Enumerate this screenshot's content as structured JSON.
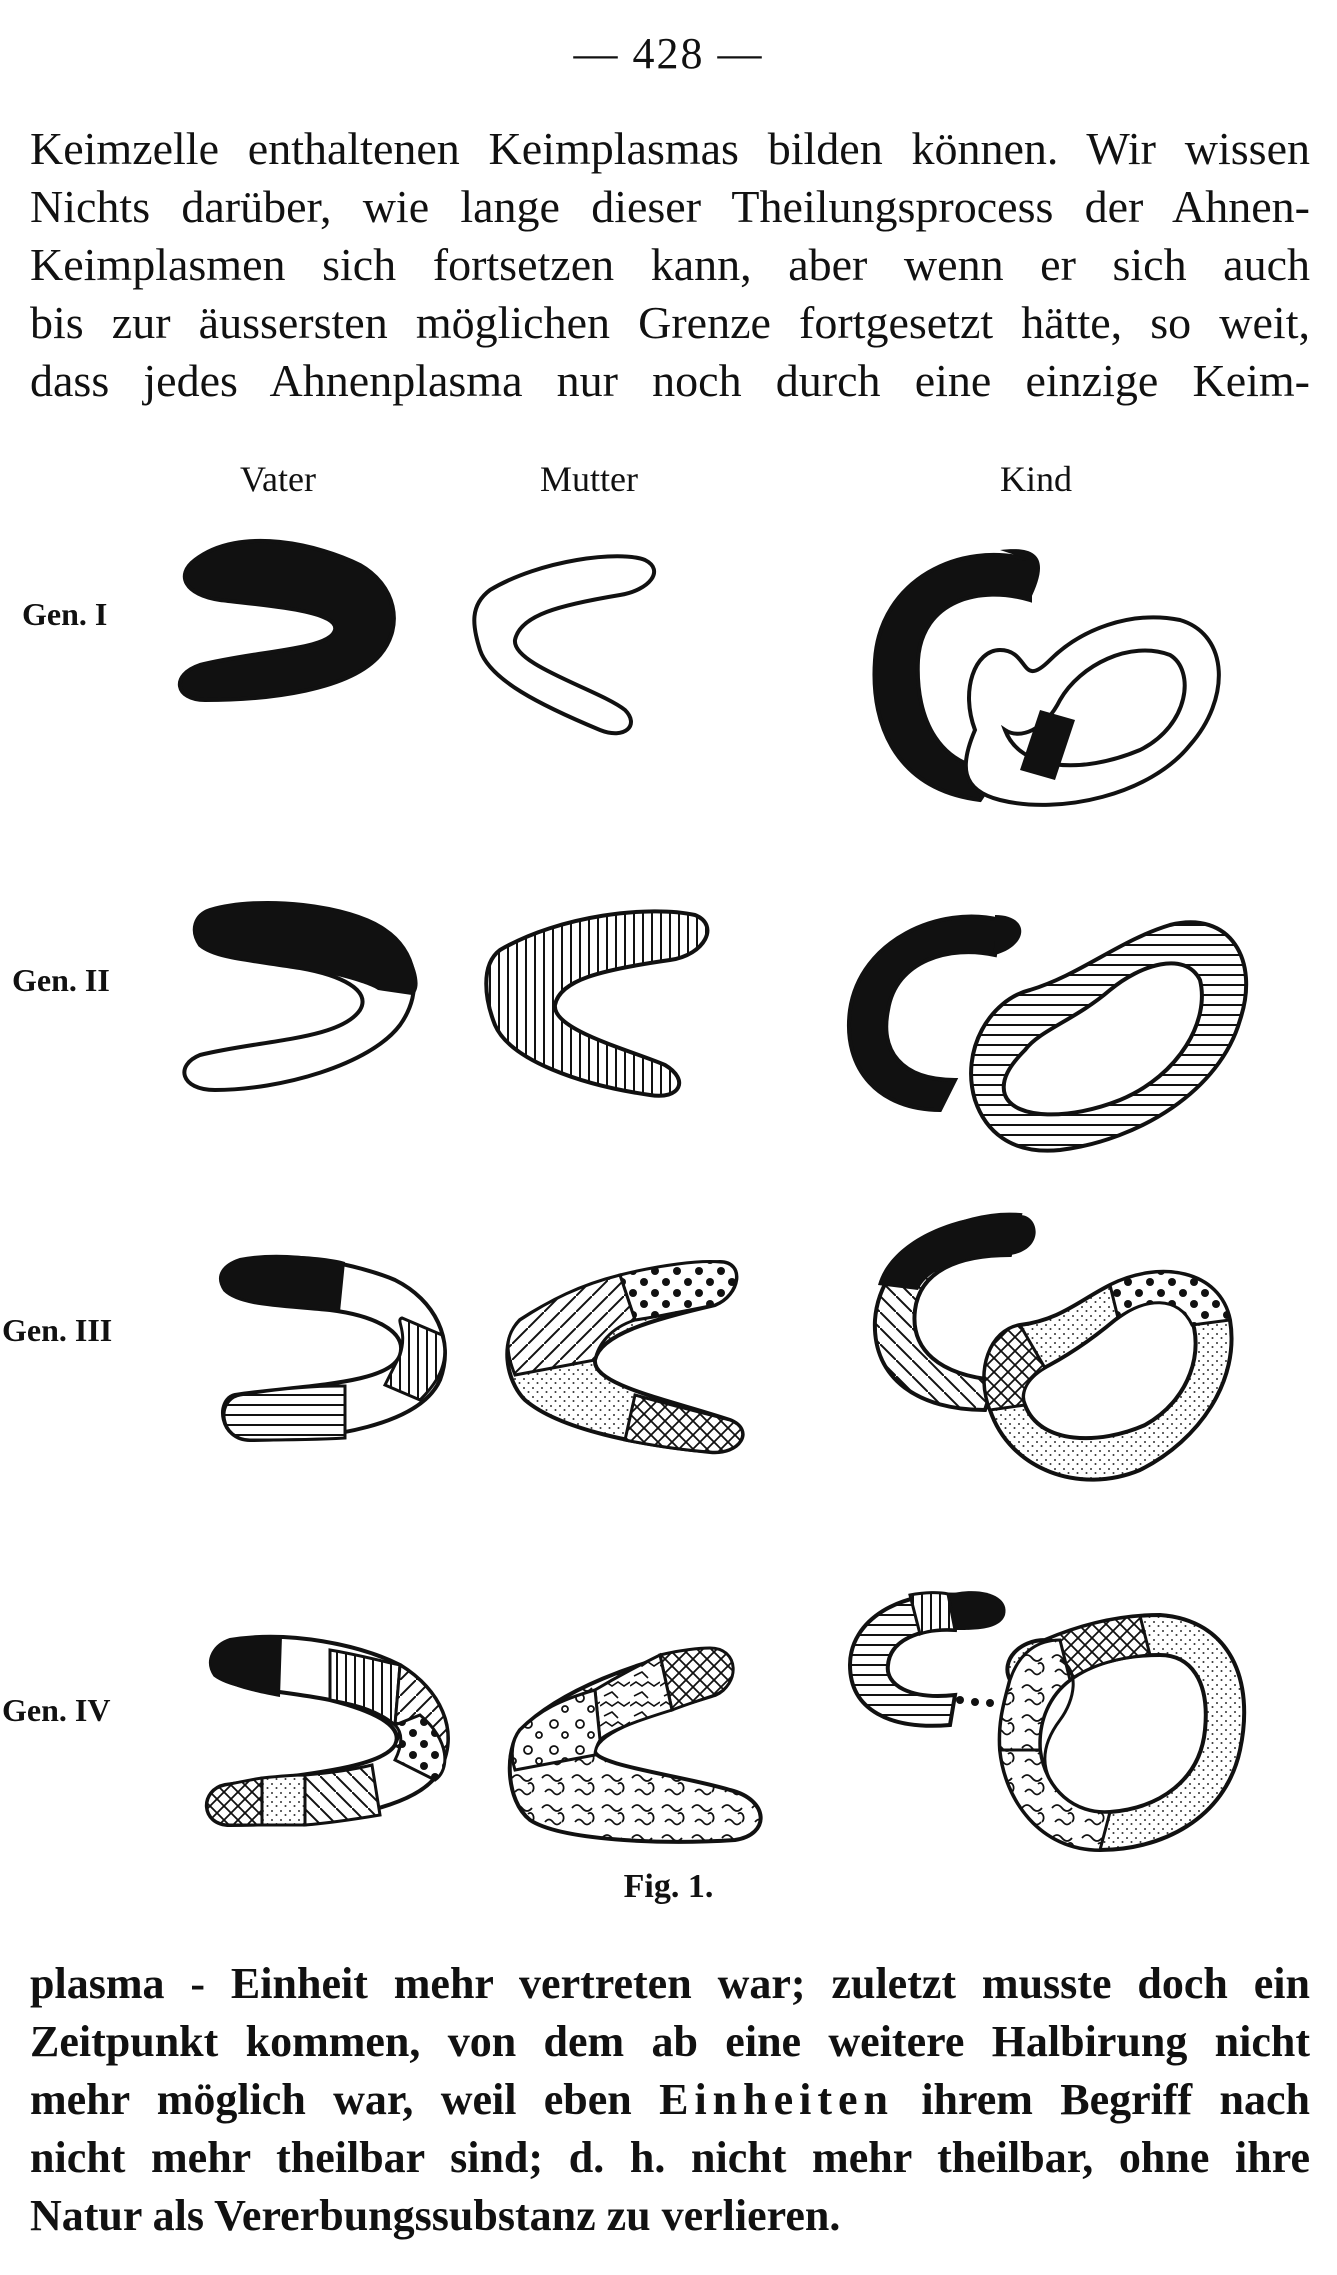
{
  "page_number": "— 428 —",
  "paragraph_top": [
    "Keimzelle enthaltenen Keimplasmas bilden können. Wir wissen",
    "Nichts darüber, wie lange dieser Theilungsprocess der Ahnen-",
    "Keimplasmen sich fortsetzen kann, aber wenn er sich auch",
    "bis zur äussersten möglichen Grenze fortgesetzt hätte, so weit,",
    "dass jedes Ahnenplasma nur noch durch eine einzige Keim-"
  ],
  "figure": {
    "columns": [
      "Vater",
      "Mutter",
      "Kind"
    ],
    "rows": [
      "Gen. I",
      "Gen. II",
      "Gen. III",
      "Gen. IV"
    ],
    "caption": "Fig. 1."
  },
  "paragraph_bottom": {
    "line1": "plasma - Einheit mehr vertreten war; zuletzt musste doch ein",
    "line2": "Zeitpunkt kommen, von dem ab eine weitere Halbirung nicht",
    "line3_a": "mehr möglich war, weil eben ",
    "line3_spaced": "Einheiten",
    "line3_b": " ihrem Begriff nach",
    "line4": "nicht mehr theilbar sind; d. h. nicht mehr theilbar, ohne ihre",
    "line5": "Natur als Vererbungssubstanz zu verlieren."
  }
}
